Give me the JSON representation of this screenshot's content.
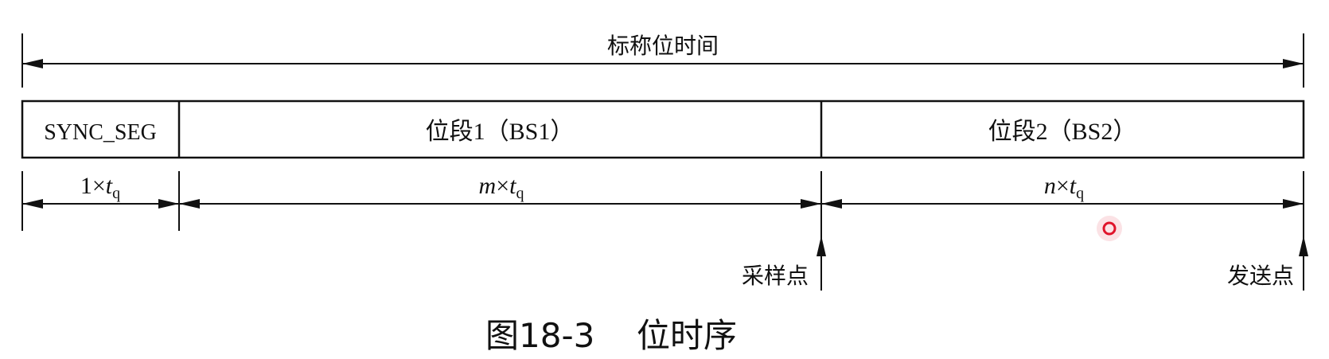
{
  "diagram": {
    "span_label": "标称位时间",
    "segments": {
      "sync": "SYNC_SEG",
      "bs1": "位段1（BS1）",
      "bs2": "位段2（BS2）"
    },
    "durations": {
      "sync": {
        "coef": "1",
        "times": "×",
        "t": "t",
        "sub": "q"
      },
      "bs1": {
        "coef": "m",
        "times": "×",
        "t": "t",
        "sub": "q"
      },
      "bs2": {
        "coef": "n",
        "times": "×",
        "t": "t",
        "sub": "q"
      }
    },
    "points": {
      "sample": "采样点",
      "transmit": "发送点"
    },
    "caption": {
      "number": "图18-3",
      "title": "位时序"
    }
  },
  "colors": {
    "ink": "#111111",
    "cursor_dot": "#e0142b"
  }
}
